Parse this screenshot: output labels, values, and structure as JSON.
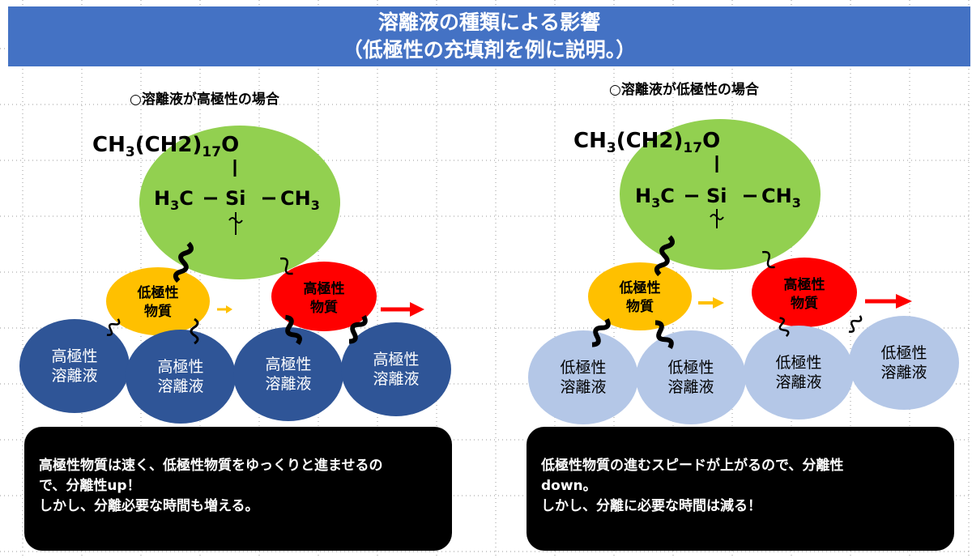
{
  "title": {
    "line1": "溶離液の種類による影響",
    "line2": "（低極性の充填剤を例に説明。）"
  },
  "formula": {
    "ch3": "CH",
    "sub3": "3",
    "ch2": "(CH2)",
    "sub17": "17",
    "o": "O",
    "bond_v": "|",
    "h3c_h": "H",
    "h3c_c": "C",
    "si": "Si",
    "dash": "–"
  },
  "left_panel": {
    "heading": "○溶離液が高極性の場合",
    "molecules": [
      {
        "line1": "低極性",
        "line2": "物質",
        "color": "#ffc000"
      },
      {
        "line1": "高極性",
        "line2": "物質",
        "color": "#ff0000"
      }
    ],
    "solvents": [
      {
        "line1": "高極性",
        "line2": "溶離液"
      },
      {
        "line1": "高極性",
        "line2": "溶離液"
      },
      {
        "line1": "高極性",
        "line2": "溶離液"
      },
      {
        "line1": "高極性",
        "line2": "溶離液"
      }
    ],
    "solvent_color": "#2f5597",
    "solvent_text_color": "#ffffff",
    "note": [
      "高極性物質は速く、低極性物質をゆっくりと進ませるの",
      "で、分離性up！",
      "しかし、分離必要な時間も増える。"
    ]
  },
  "right_panel": {
    "heading": "○溶離液が低極性の場合",
    "molecules": [
      {
        "line1": "低極性",
        "line2": "物質",
        "color": "#ffc000"
      },
      {
        "line1": "高極性",
        "line2": "物質",
        "color": "#ff0000"
      }
    ],
    "solvents": [
      {
        "line1": "低極性",
        "line2": "溶離液"
      },
      {
        "line1": "低極性",
        "line2": "溶離液"
      },
      {
        "line1": "低極性",
        "line2": "溶離液"
      },
      {
        "line1": "低極性",
        "line2": "溶離液"
      }
    ],
    "solvent_color": "#b4c7e7",
    "solvent_text_color": "#000000",
    "note": [
      "低極性物質の進むスピードが上がるので、分離性",
      "down。",
      "しかし、分離に必要な時間は減る！"
    ]
  },
  "colors": {
    "title_bg": "#4472c4",
    "stationary_phase": "#92d050",
    "arrow_slow": "#ffc000",
    "arrow_fast": "#ff0000"
  }
}
